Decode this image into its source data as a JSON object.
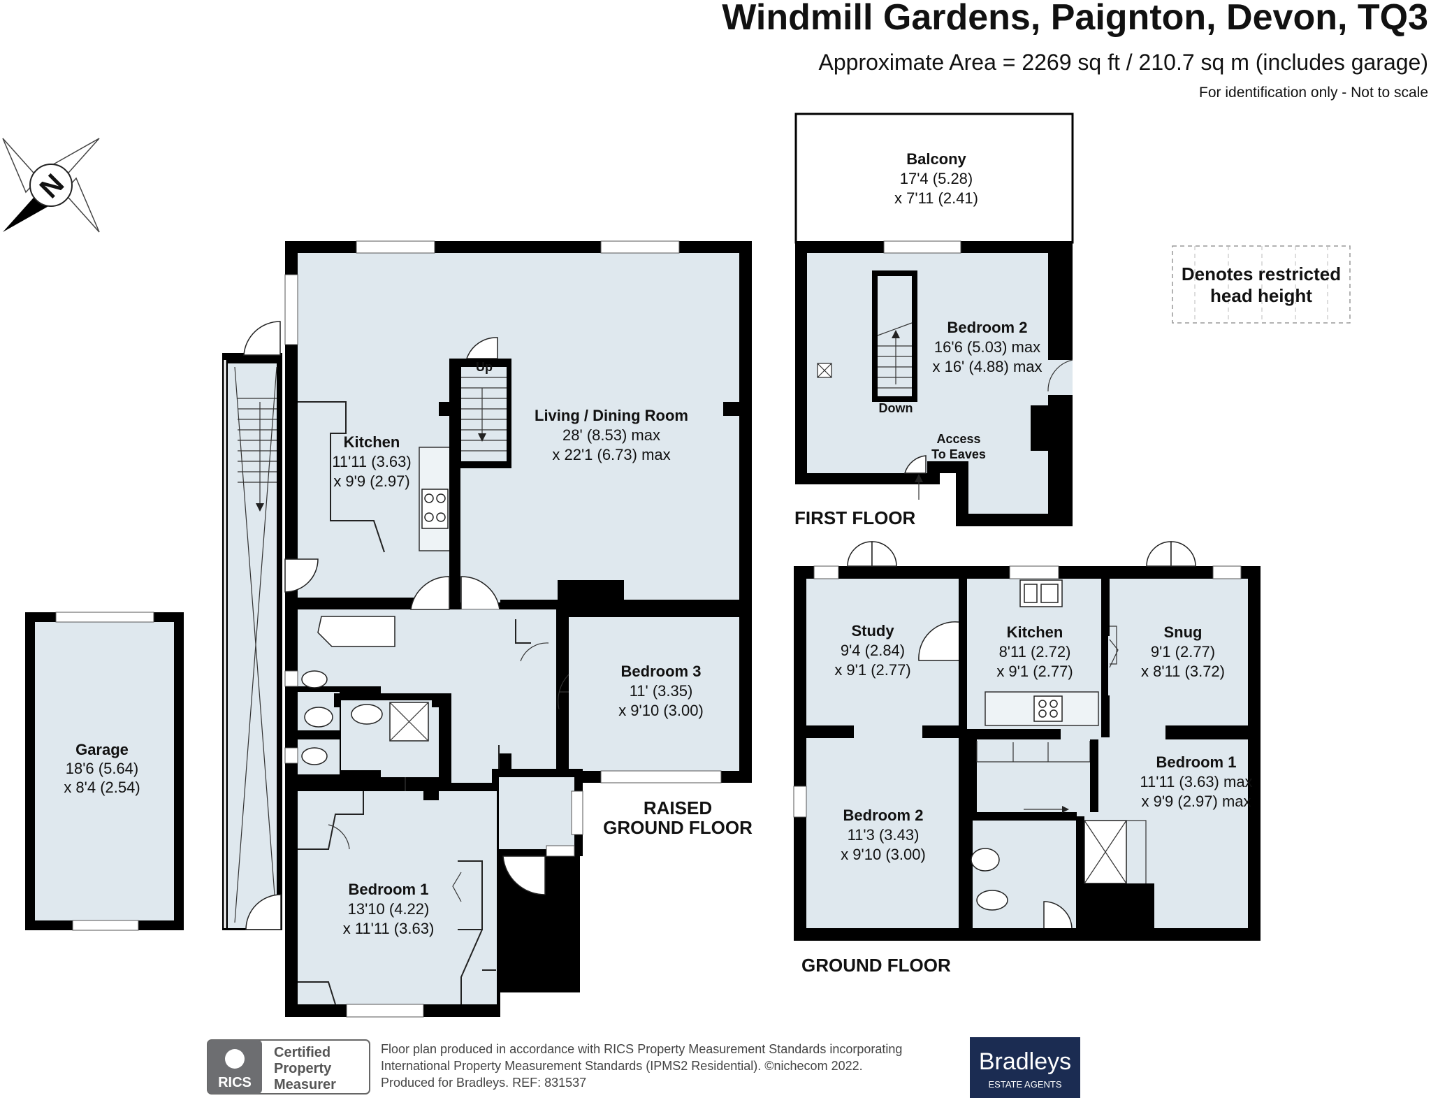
{
  "header": {
    "title": "Windmill Gardens, Paignton, Devon, TQ3",
    "area": "Approximate Area = 2269 sq ft / 210.7 sq m (includes garage)",
    "disclaimer": "For identification only - Not to scale"
  },
  "compass": {
    "label": "N",
    "icon": "compass-north-icon"
  },
  "legend": {
    "line1": "Denotes restricted",
    "line2": "head height"
  },
  "floors": {
    "raised_ground": {
      "line1": "RAISED",
      "line2": "GROUND FLOOR"
    },
    "first": "FIRST FLOOR",
    "ground": "GROUND FLOOR"
  },
  "rooms": {
    "garage": {
      "name": "Garage",
      "dim1": "18'6 (5.64)",
      "dim2": "x 8'4 (2.54)"
    },
    "rg_kitchen": {
      "name": "Kitchen",
      "dim1": "11'11 (3.63)",
      "dim2": "x 9'9 (2.97)"
    },
    "living": {
      "name": "Living / Dining Room",
      "dim1": "28' (8.53) max",
      "dim2": "x 22'1 (6.73) max"
    },
    "rg_bedroom3": {
      "name": "Bedroom 3",
      "dim1": "11' (3.35)",
      "dim2": "x 9'10 (3.00)"
    },
    "rg_bedroom1": {
      "name": "Bedroom 1",
      "dim1": "13'10 (4.22)",
      "dim2": "x 11'11 (3.63)"
    },
    "balcony": {
      "name": "Balcony",
      "dim1": "17'4 (5.28)",
      "dim2": "x 7'11 (2.41)"
    },
    "ff_bedroom2": {
      "name": "Bedroom 2",
      "dim1": "16'6 (5.03) max",
      "dim2": "x 16' (4.88) max"
    },
    "study": {
      "name": "Study",
      "dim1": "9'4 (2.84)",
      "dim2": "x 9'1 (2.77)"
    },
    "gf_kitchen": {
      "name": "Kitchen",
      "dim1": "8'11 (2.72)",
      "dim2": "x 9'1 (2.77)"
    },
    "snug": {
      "name": "Snug",
      "dim1": "9'1 (2.77)",
      "dim2": "x 8'11 (3.72)"
    },
    "gf_bedroom1": {
      "name": "Bedroom 1",
      "dim1": "11'11 (3.63) max",
      "dim2": "x 9'9 (2.97) max"
    },
    "gf_bedroom2": {
      "name": "Bedroom 2",
      "dim1": "11'3 (3.43)",
      "dim2": "x 9'10 (3.00)"
    }
  },
  "labels": {
    "up": "Up",
    "down": "Down",
    "eaves1": "Access",
    "eaves2": "To Eaves"
  },
  "footer": {
    "rics_logo_text": "RICS",
    "cert1": "Certified",
    "cert2": "Property",
    "cert3": "Measurer",
    "line1": "Floor plan produced in accordance with RICS Property Measurement Standards incorporating",
    "line2": "International Property Measurement Standards (IPMS2 Residential).   ©nichecom 2022.",
    "line3": "Produced for Bradleys.    REF:  831537",
    "brand": "Bradleys",
    "brand_sub": "ESTATE AGENTS"
  },
  "colors": {
    "floor": "#dfe8ee",
    "wall": "#000000",
    "brand_bg": "#1b2c52"
  }
}
